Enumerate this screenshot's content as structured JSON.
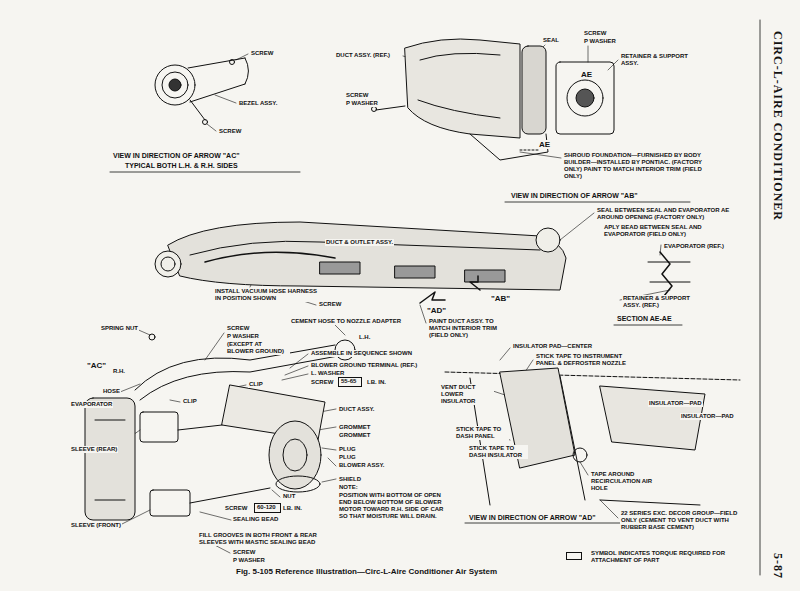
{
  "diagram": {
    "caption": "Fig. 5-105 Reference Illustration—Circ-L-Aire Conditioner Air System",
    "nodes": [
      {
        "text": [
          "55-65"
        ]
      },
      {
        "text": [
          "60-120"
        ]
      }
    ],
    "labels": [
      "SCREW",
      "BEZEL ASSY.",
      "SCREW",
      "VIEW IN DIRECTION OF ARROW \"AC\"",
      "TYPICAL BOTH L.H. & R.H. SIDES",
      "DUCT ASSY. (REF.)",
      "SEAL",
      "SCREW",
      "P WASHER",
      "RETAINER & SUPPORT ASSY.",
      "SCREW",
      "P WASHER",
      "AE",
      "AE",
      "SHROUD FOUNDATION—FURNISHED BY BODY BUILDER—INSTALLED BY PONTIAC. (FACTORY ONLY) PAINT TO MATCH INTERIOR TRIM (FIELD ONLY)",
      "VIEW IN DIRECTION OF ARROW \"AB\"",
      "DUCT & OUTLET ASSY.",
      "SEAL BETWEEN SEAL AND EVAPORATOR AE AROUND OPENING (FACTORY ONLY)",
      "APLY BEAD BETWEEN SEAL AND EVAPORATOR (FIELD ONLY)",
      "EVAPORATOR (REF.)",
      "INSTALL VACUUM HOSE HARNESS IN POSITION SHOWN",
      "SCREW",
      "\"AD\"",
      "\"AB\"",
      "PAINT DUCT ASSY. TO MATCH INTERIOR TRIM (FIELD ONLY)",
      "RETAINER & SUPPORT ASSY. (REF.)",
      "SECTION AE-AE",
      "SPRING NUT",
      "SCREW",
      "P WASHER",
      "(EXCEPT AT BLOWER GROUND)",
      "CEMENT HOSE TO NOZZLE ADAPTER",
      "L.H.",
      "ASSEMBLE IN SEQUENCE SHOWN",
      "BLOWER GROUND TERMINAL (REF.)",
      "L. WASHER",
      "SCREW",
      "LB. IN.",
      "\"AC\"",
      "R.H.",
      "CLIP",
      "HOSE",
      "CLIP",
      "DUCT ASSY.",
      "EVAPORATOR",
      "GROMMET",
      "GROMMET",
      "PLUG",
      "PLUG",
      "BLOWER ASSY.",
      "SLEEVE (REAR)",
      "SHIELD",
      "NOTE:",
      "POSITION WITH BOTTOM OF OPEN END BELOW BOTTOM OF BLOWER MOTOR TOWARD R.H. SIDE OF CAR SO THAT MOISTURE WILL DRAIN.",
      "NUT",
      "SCREW",
      "LB. IN.",
      "SEALING BEAD",
      "FILL GROOVES IN BOTH FRONT & REAR SLEEVES WITH MASTIC SEALING BEAD",
      "SLEEVE (FRONT)",
      "SCREW",
      "P WASHER",
      "INSULATOR PAD—CENTER",
      "STICK TAPE TO INSTRUMENT PANEL & DEFROSTER NOZZLE",
      "VENT DUCT LOWER INSULATOR",
      "INSULATOR—PAD",
      "INSULATOR—PAD",
      "STICK TAPE TO DASH PANEL",
      "STICK TAPE TO DASH INSULATOR",
      "TAPE AROUND RECIRCULATION AIR HOLE",
      "VIEW IN DIRECTION OF ARROW \"AD\"",
      "22 SERIES EXC. DECOR GROUP—FIELD ONLY (CEMENT TO VENT DUCT WITH RUBBER BASE CEMENT)",
      "CIRC-L-AIRE CONDITIONER",
      "5-87"
    ],
    "legend": [
      {
        "text": "SYMBOL INDICATES TORQUE REQUIRED FOR ATTACHMENT OF PART"
      }
    ]
  }
}
